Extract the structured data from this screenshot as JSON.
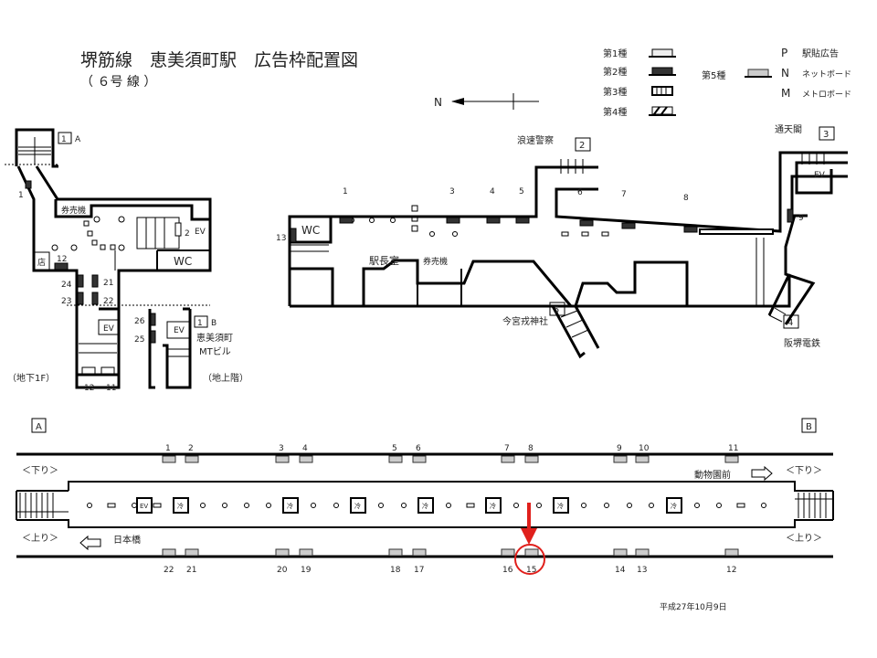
{
  "title": "堺筋線　恵美須町駅　広告枠配置図",
  "subtitle": "（ ６号 線 ）",
  "north": "N",
  "legend": {
    "type1": "第1種",
    "type2": "第2種",
    "type3": "第3種",
    "type4": "第4種",
    "type5": "第5種",
    "p": "P",
    "p_label": "駅貼広告",
    "n": "N",
    "n_label": "ネットボード",
    "m": "M",
    "m_label": "メトロボード"
  },
  "colors": {
    "highlight": "#e0201c",
    "ad_type2": "#333333",
    "ad_type5": "#cccccc"
  },
  "left_plan": {
    "exit_1a": "1",
    "exit_1a_letter": "A",
    "exit_1b": "1",
    "exit_1b_letter": "B",
    "ticket": "券売機",
    "ev": "EV",
    "wc": "WC",
    "shop": "店",
    "ads": [
      "1",
      "2",
      "12",
      "21",
      "22",
      "23",
      "24",
      "25",
      "26",
      "12",
      "11"
    ],
    "building": "恵美須町",
    "building2": "MTビル",
    "floor_b1": "（地下1F）",
    "floor_ground": "（地上階）"
  },
  "right_plan": {
    "wc": "WC",
    "station_office": "駅長室",
    "ticket": "券売機",
    "ev": "EV",
    "exits": [
      {
        "num": "2",
        "name": "浪速警察"
      },
      {
        "num": "3",
        "name": "通天閣"
      },
      {
        "num": "4",
        "name": "阪堺電鉄"
      },
      {
        "num": "5",
        "name": "今宮戎神社"
      }
    ],
    "ads": [
      "1",
      "3",
      "4",
      "5",
      "6",
      "7",
      "8",
      "9",
      "13"
    ]
  },
  "platform": {
    "end_a": "A",
    "end_b": "B",
    "down": "＜下り＞",
    "up": "＜上り＞",
    "dest_down": "動物園前",
    "dest_up": "日本橋",
    "ev": "EV",
    "cooler": "冷",
    "top_ads": [
      "1",
      "2",
      "3",
      "4",
      "5",
      "6",
      "7",
      "8",
      "9",
      "10",
      "11"
    ],
    "bottom_ads": [
      "22",
      "21",
      "20",
      "19",
      "18",
      "17",
      "16",
      "15",
      "14",
      "13",
      "12"
    ],
    "highlighted_ad": "15"
  },
  "date": "平成27年10月9日"
}
